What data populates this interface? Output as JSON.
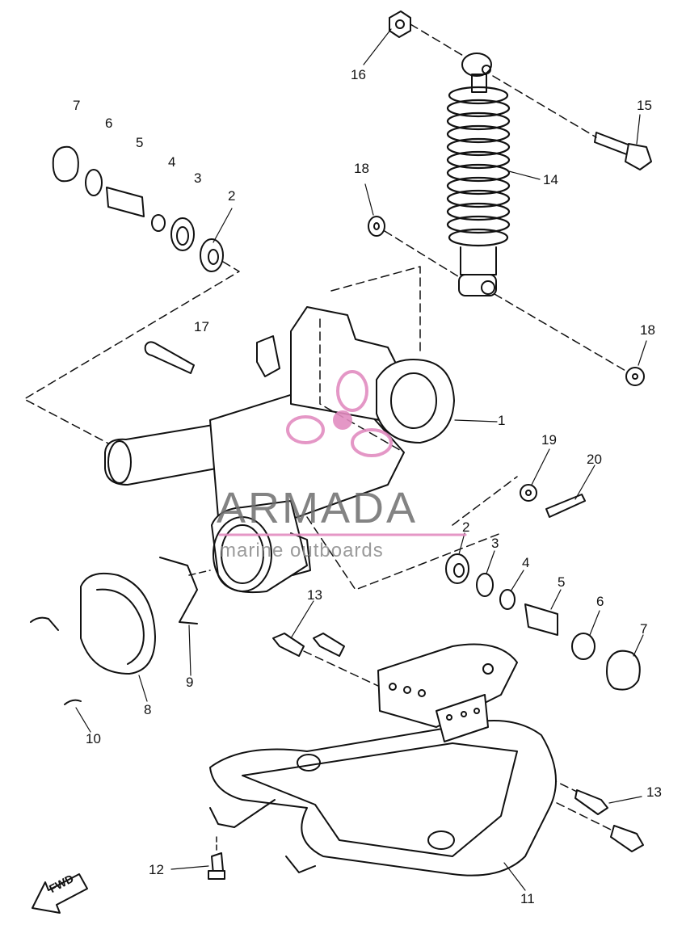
{
  "diagram": {
    "part_labels": {
      "p1": "1",
      "p2_top": "2",
      "p2_right": "2",
      "p3_top": "3",
      "p3_right": "3",
      "p4_top": "4",
      "p4_right": "4",
      "p5_top": "5",
      "p5_right": "5",
      "p6_top": "6",
      "p6_right": "6",
      "p7_top": "7",
      "p7_right": "7",
      "p8": "8",
      "p9": "9",
      "p10": "10",
      "p11": "11",
      "p12": "12",
      "p13_left": "13",
      "p13_right": "13",
      "p14": "14",
      "p15": "15",
      "p16": "16",
      "p17": "17",
      "p18_left": "18",
      "p18_right": "18",
      "p19": "19",
      "p20": "20"
    },
    "direction_marker": "FWD",
    "line_color": "#111111"
  },
  "watermark": {
    "word": "ARMADA",
    "subtitle": "marine outboards",
    "logo_color": "#e28cc0",
    "text_color": "#6e6e6e"
  }
}
